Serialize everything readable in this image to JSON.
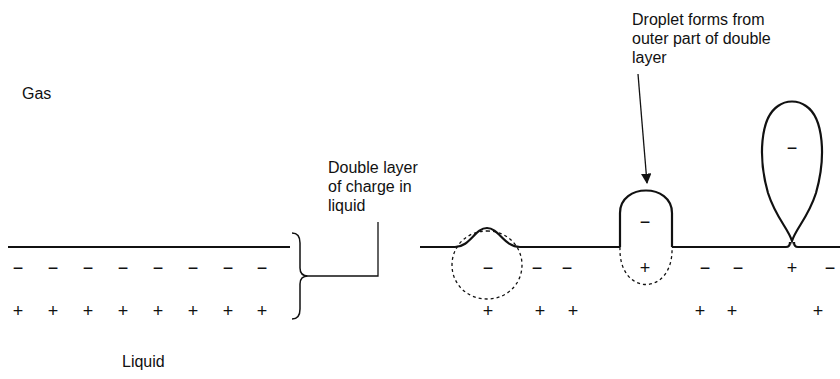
{
  "diagram": {
    "nodes": [
      {
        "text": [
          "−"
        ]
      },
      {
        "text": [
          "−"
        ]
      },
      {
        "text": [
          "−"
        ]
      }
    ],
    "labels": [
      "Droplet forms from outer part of double layer",
      "Gas",
      "Double layer of charge in liquid",
      "−",
      "−",
      "−",
      "−",
      "−",
      "−",
      "−",
      "−",
      "+",
      "+",
      "+",
      "+",
      "+",
      "+",
      "+",
      "+",
      "−",
      "−",
      "+",
      "−",
      "−",
      "+",
      "−",
      "+",
      "+",
      "+",
      "+",
      "+",
      "+",
      "Liquid"
    ]
  }
}
